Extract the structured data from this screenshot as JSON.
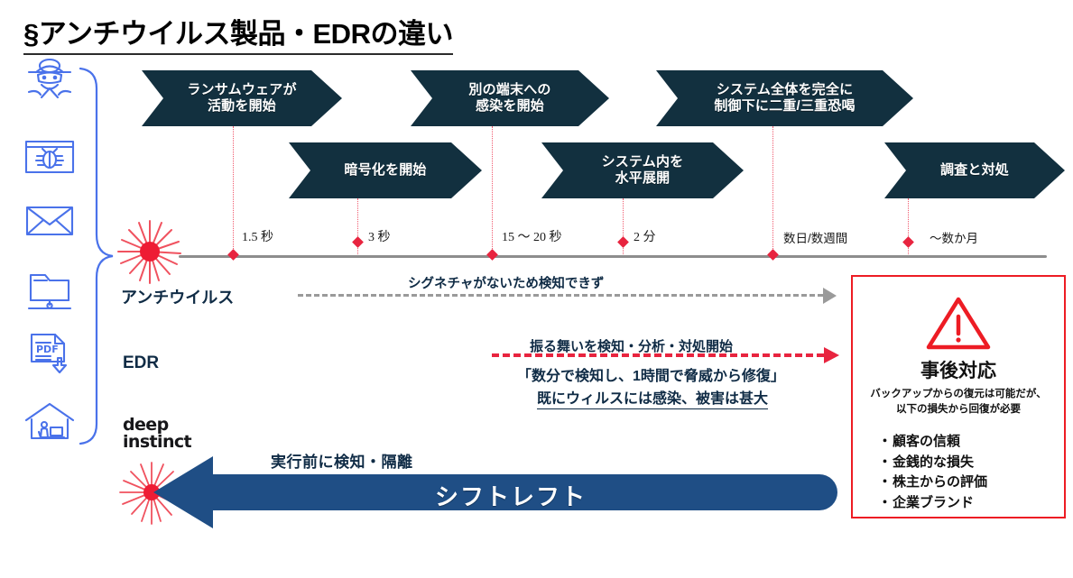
{
  "title": "§アンチウイルス製品・EDRの違い",
  "colors": {
    "chevron_navy": "#12303f",
    "accent_blue": "#1f4e85",
    "alert_red": "#ed1c24",
    "marker_red": "#e8243f",
    "timeline_gray": "#8d8d8d",
    "icon_blue": "#4a72ea"
  },
  "icons": [
    {
      "name": "spy-hacker-icon"
    },
    {
      "name": "bug-in-window-icon"
    },
    {
      "name": "envelope-icon"
    },
    {
      "name": "network-folder-icon"
    },
    {
      "name": "pdf-download-icon"
    },
    {
      "name": "home-office-icon"
    }
  ],
  "attack_chain": {
    "row1": [
      {
        "label": "ランサムウェアが\n活動を開始",
        "line1": "ランサムウェアが",
        "line2": "活動を開始"
      },
      {
        "label": "別の端末への\n感染を開始",
        "line1": "別の端末への",
        "line2": "感染を開始"
      },
      {
        "label": "システム全体を完全に\n制御下に二重/三重恐喝",
        "line1": "システム全体を完全に",
        "line2": "制御下に二重/三重恐喝"
      }
    ],
    "row2": [
      {
        "label": "暗号化を開始",
        "line1": "暗号化を開始",
        "line2": ""
      },
      {
        "label": "システム内を\n水平展開",
        "line1": "システム内を",
        "line2": "水平展開"
      },
      {
        "label": "調査と対処",
        "line1": "調査と対処",
        "line2": ""
      }
    ]
  },
  "timeline": {
    "ticks": [
      {
        "label": "1.5 秒"
      },
      {
        "label": "3 秒"
      },
      {
        "label": "15 ～ 20 秒"
      },
      {
        "label": "2 分"
      },
      {
        "label": "数日/数週間"
      },
      {
        "label": "～数か月"
      }
    ]
  },
  "rows": {
    "antivirus_label": "アンチウイルス",
    "edr_label": "EDR",
    "vendor_logo_line1": "deep",
    "vendor_logo_line2": "instinct"
  },
  "antivirus": {
    "note": "シグネチャがないため検知できず"
  },
  "edr": {
    "line1": "振る舞いを検知・分析・対処開始",
    "line2": "「数分で検知し、1時間で脅威から修復」",
    "line3": "既にウィルスには感染、被害は甚大"
  },
  "shift_left": {
    "sub": "実行前に検知・隔離",
    "main": "シフトレフト"
  },
  "aftermath_box": {
    "title": "事後対応",
    "subtitle_line1": "バックアップからの復元は可能だが、",
    "subtitle_line2": "以下の損失から回復が必要",
    "items": [
      "顧客の信頼",
      "金銭的な損失",
      "株主からの評価",
      "企業ブランド"
    ],
    "warning_icon": "warning-triangle-icon"
  }
}
